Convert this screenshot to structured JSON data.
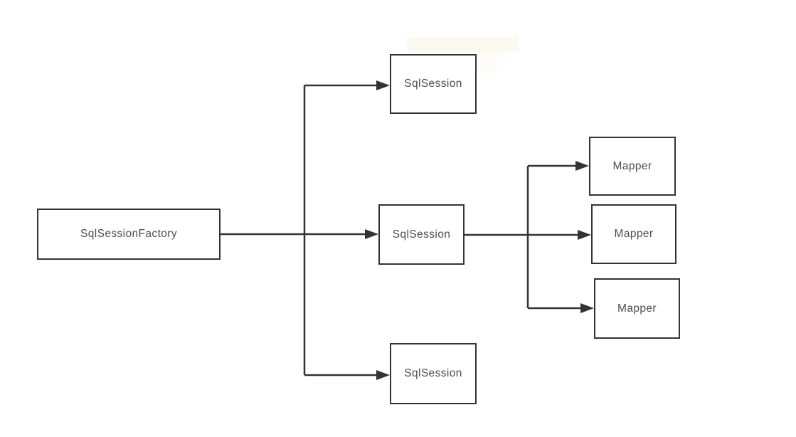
{
  "diagram": {
    "nodes": {
      "factory": {
        "label": "SqlSessionFactory"
      },
      "session_top": {
        "label": "SqlSession"
      },
      "session_middle": {
        "label": "SqlSession"
      },
      "session_bottom": {
        "label": "SqlSession"
      },
      "mapper_top": {
        "label": "Mapper"
      },
      "mapper_middle": {
        "label": "Mapper"
      },
      "mapper_bottom": {
        "label": "Mapper"
      }
    },
    "edges": [
      {
        "from": "factory",
        "to": "session_top"
      },
      {
        "from": "factory",
        "to": "session_middle"
      },
      {
        "from": "factory",
        "to": "session_bottom"
      },
      {
        "from": "session_middle",
        "to": "mapper_top"
      },
      {
        "from": "session_middle",
        "to": "mapper_middle"
      },
      {
        "from": "session_middle",
        "to": "mapper_bottom"
      }
    ],
    "colors": {
      "background": "#ffffff",
      "line": "#333333",
      "box_border": "#333333",
      "text": "#4d4d4d"
    }
  }
}
